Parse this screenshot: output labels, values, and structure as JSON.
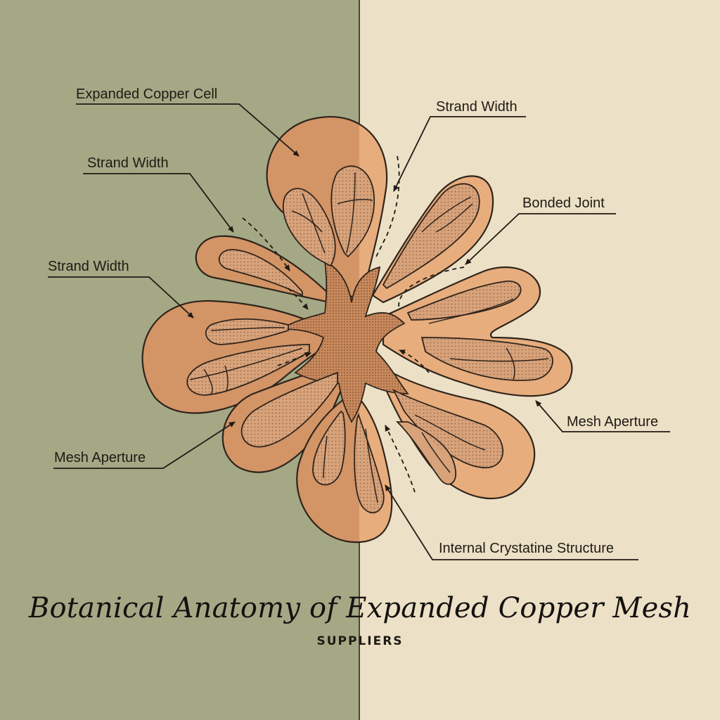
{
  "colors": {
    "left_background": "#a5a885",
    "right_background": "#ece0c6",
    "copper_dark": "#d39466",
    "copper_light": "#e8ad7d",
    "outline": "#2e241c"
  },
  "labels": {
    "expanded_copper_cell": "Expanded Copper Cell",
    "strand_width_top_right": "Strand Width",
    "strand_width_left_upper": "Strand Width",
    "bonded_joint": "Bonded Joint",
    "strand_width_left_lower": "Strand Width",
    "mesh_aperture_right": "Mesh Aperture",
    "mesh_aperture_left": "Mesh Aperture",
    "internal_crystatine_structure": "Internal Crystatine Structure"
  },
  "title": "Botanical Anatomy of Expanded Copper Mesh",
  "subtitle": "SUPPLIERS"
}
